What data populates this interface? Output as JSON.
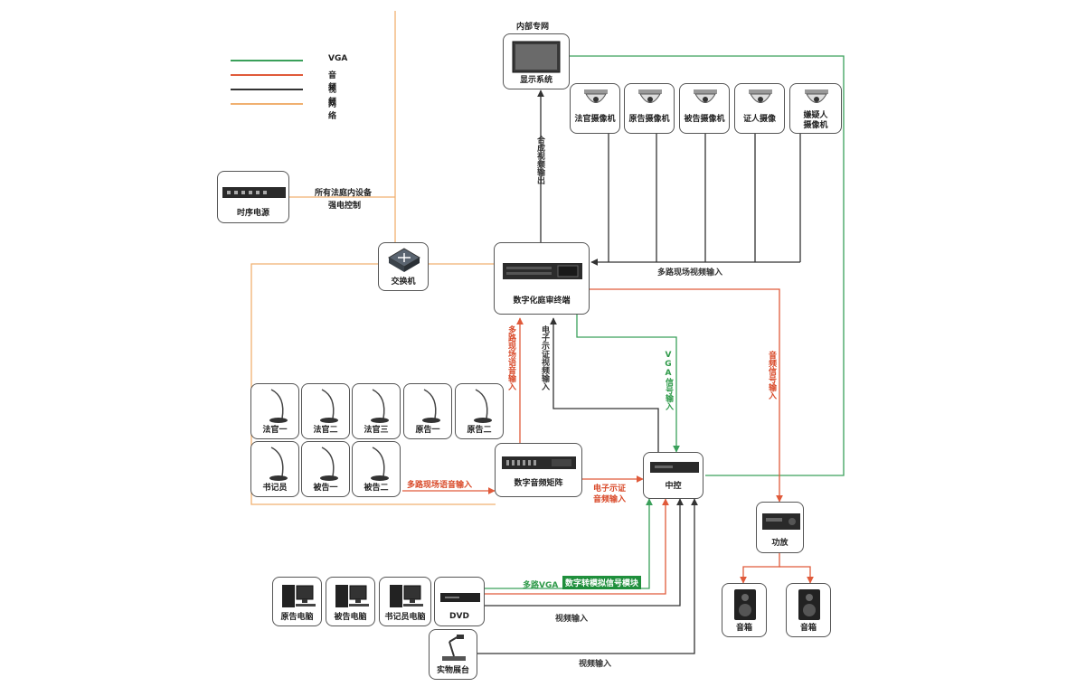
{
  "legend": [
    {
      "label": "VGA",
      "color": "#3aa05a"
    },
    {
      "label": "音频",
      "color": "#e05a3a"
    },
    {
      "label": "视频",
      "color": "#333333"
    },
    {
      "label": "网络",
      "color": "#f0b070"
    }
  ],
  "display": {
    "top": "内部专网",
    "bottom": "显示系统"
  },
  "cameras": [
    "法官摄像机",
    "原告摄像机",
    "被告摄像机",
    "证人摄像",
    "嫌疑人\n摄像机"
  ],
  "power": {
    "label": "时序电源",
    "note1": "所有法庭内设备",
    "note2": "强电控制"
  },
  "switch": {
    "label": "交换机"
  },
  "terminal": {
    "label": "数字化庭审终端"
  },
  "mics_row1": [
    "法官一",
    "法官二",
    "法官三",
    "原告一",
    "原告二"
  ],
  "mics_row2": [
    "书记员",
    "被告一",
    "被告二"
  ],
  "matrix": {
    "label": "数字音频矩阵"
  },
  "central": {
    "label": "中控"
  },
  "amp": {
    "label": "功放"
  },
  "speakers": [
    "音箱",
    "音箱"
  ],
  "pcs": [
    "原告电脑",
    "被告电脑",
    "书记员电脑"
  ],
  "dvd": {
    "label": "DVD"
  },
  "visualizer": {
    "label": "实物展台"
  },
  "labels": {
    "composite_video": "合成视频输出",
    "multi_video_in": "多路现场视频输入",
    "multi_voice_in_v": "多路现场语音输入",
    "evidence_video_in": "电子示证视频输入",
    "vga_signal_in": "VGA信号输入",
    "audio_signal_in": "音频信号输入",
    "multi_voice_in_h": "多路现场语音输入",
    "evidence_audio_1": "电子示证",
    "evidence_audio_2": "音频输入",
    "multi_vga": "多路VGA",
    "converter": "数字转模拟信号模块",
    "video_in_1": "视频输入",
    "video_in_2": "视频输入"
  }
}
